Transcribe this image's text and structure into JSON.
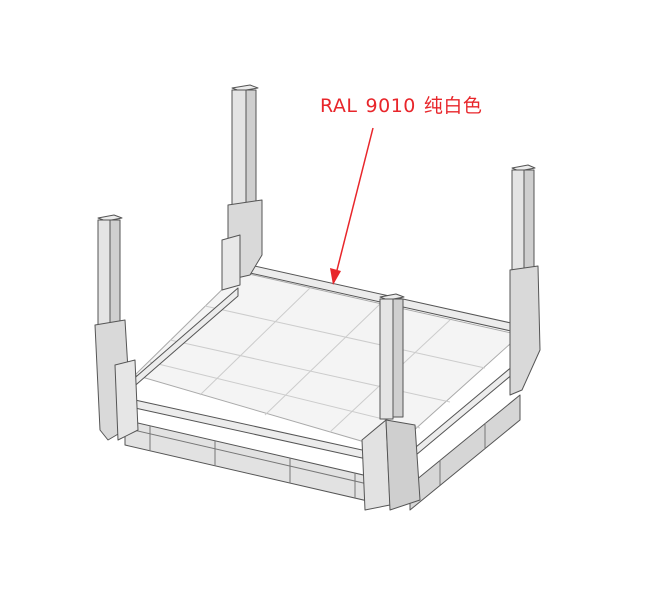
{
  "annotation": {
    "code": "RAL",
    "number": "9010",
    "color_name": "纯白色",
    "color": "#e8262b"
  },
  "drawing": {
    "fill_light": "#ececec",
    "fill_mid": "#d6d6d6",
    "stroke": "#555555"
  }
}
